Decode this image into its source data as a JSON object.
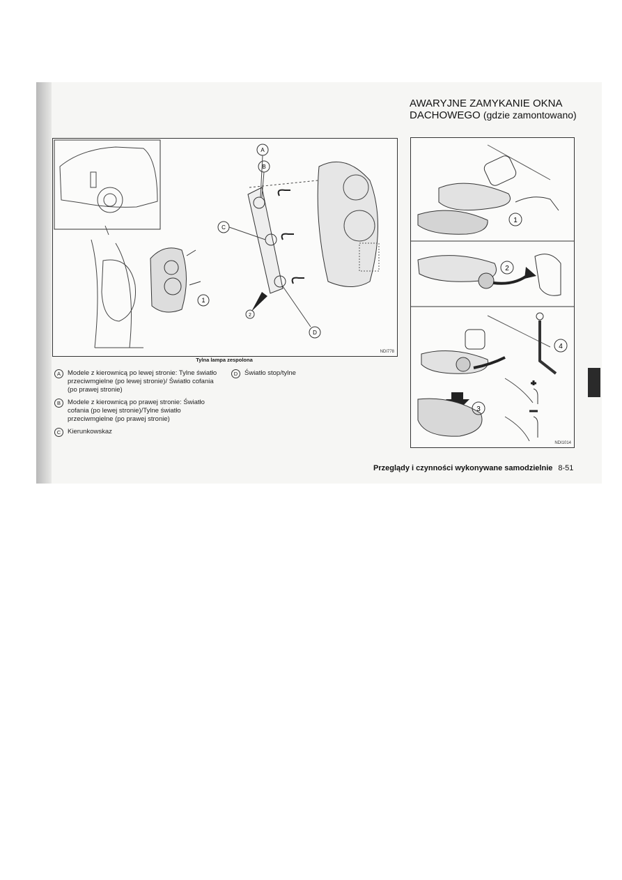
{
  "heading": {
    "title": "AWARYJNE ZAMYKANIE OKNA DACHOWEGO",
    "subtitle": "(gdzie zamontowano)"
  },
  "figure_left": {
    "code": "NDI778",
    "caption": "Tylna lampa zespolona",
    "callouts": [
      "A",
      "B",
      "C",
      "D",
      "1",
      "2"
    ]
  },
  "figure_right": {
    "code": "NDI1014",
    "callouts": [
      "1",
      "2",
      "3",
      "4"
    ]
  },
  "legend": [
    {
      "mark": "A",
      "text": "Modele z kierownicą po lewej stronie: Tylne światło przeciwmgielne (po lewej stronie)/ Światło cofania (po prawej stronie)"
    },
    {
      "mark": "B",
      "text": "Modele z kierownicą po prawej stronie: Światło cofania (po lewej stronie)/Tylne światło przeciwmgielne (po prawej stronie)"
    },
    {
      "mark": "C",
      "text": "Kierunkowskaz"
    },
    {
      "mark": "D",
      "text": "Światło stop/tylne"
    }
  ],
  "footer": {
    "section": "Przeglądy i czynności wykonywane samodzielnie",
    "page": "8-51"
  }
}
